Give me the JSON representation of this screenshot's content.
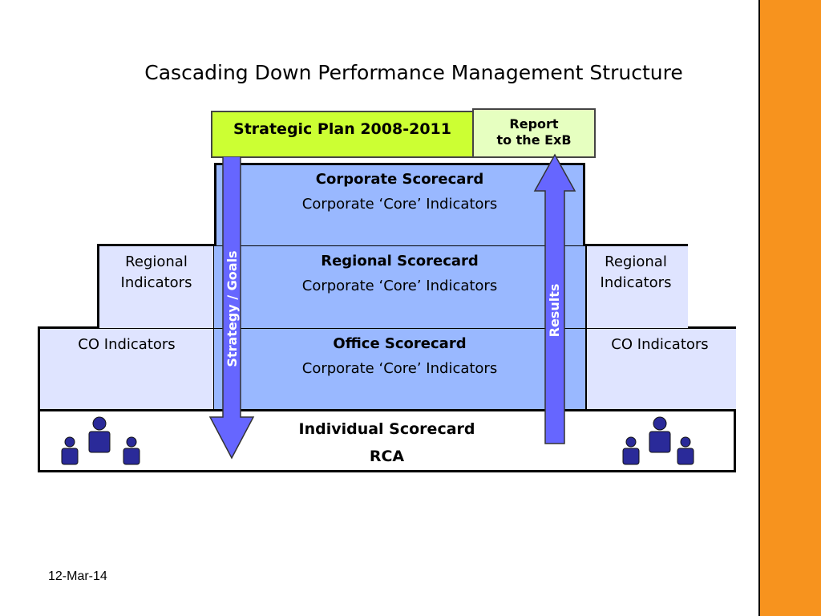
{
  "title": "Cascading Down Performance Management Structure",
  "date": "12-Mar-14",
  "strategic_plan": "Strategic Plan 2008-2011",
  "report": {
    "line1": "Report",
    "line2": "to the  ExB"
  },
  "arrows": {
    "down_label": "Strategy / Goals",
    "up_label": "Results"
  },
  "tiers": {
    "corporate": {
      "title": "Corporate Scorecard",
      "subtitle": "Corporate ‘Core’ Indicators"
    },
    "regional": {
      "title": "Regional Scorecard",
      "subtitle": "Corporate ‘Core’ Indicators",
      "left": "Regional Indicators",
      "right": "Regional Indicators"
    },
    "office": {
      "title": "Office Scorecard",
      "subtitle": "Corporate ‘Core’ Indicators",
      "left": "CO Indicators",
      "right": "CO Indicators"
    },
    "individual": {
      "title": "Individual Scorecard",
      "subtitle": "RCA"
    }
  },
  "colors": {
    "sidebar": "#f7931e",
    "scorecard_blue": "#99b8ff",
    "indicator_light": "#dfe4ff",
    "arrow": "#6666ff",
    "plan_box": "#ccff33",
    "report_box": "#e6ffc0",
    "people": "#2a2a99"
  },
  "icons": [
    "people-group-icon",
    "people-group-icon"
  ]
}
